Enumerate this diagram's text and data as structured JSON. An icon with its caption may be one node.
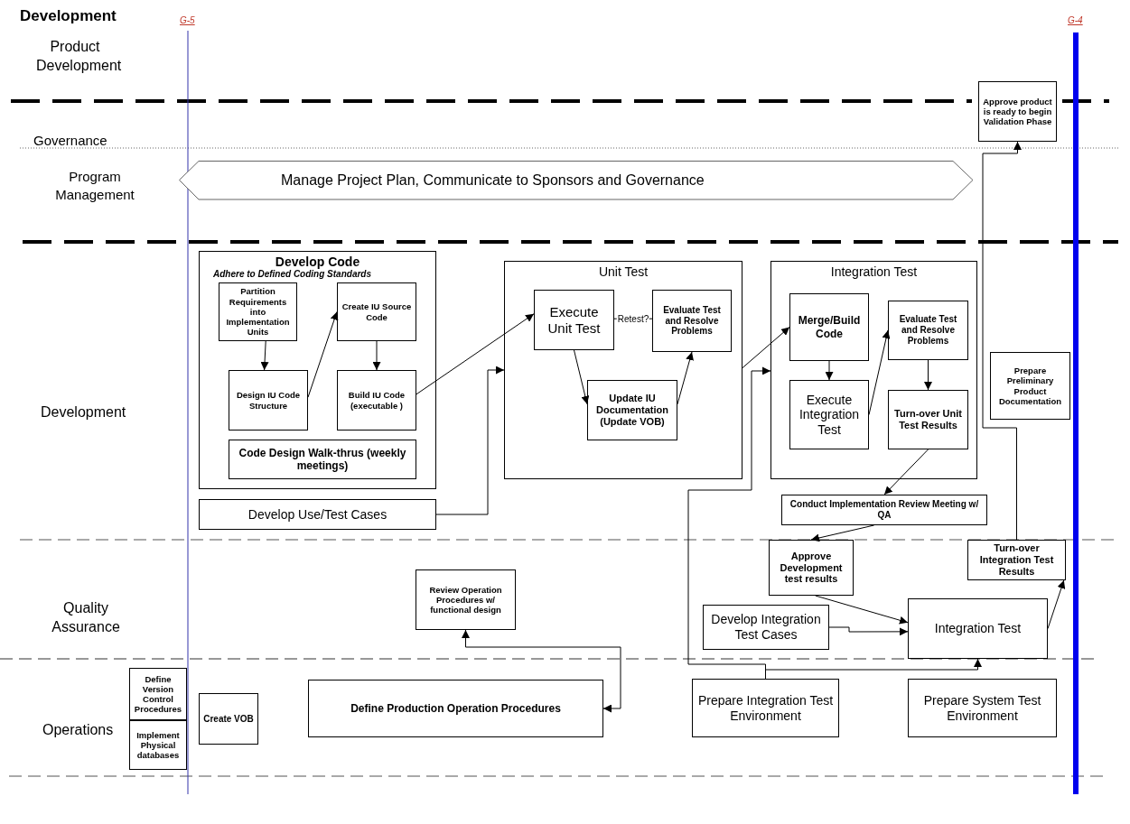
{
  "diagram": {
    "title": "Development",
    "nodes": [
      {
        "text": [
          "Manage Project Plan, Communicate to Sponsors and Governance"
        ]
      },
      {
        "text": [
          "Approve product is ready to begin Validation Phase"
        ]
      },
      {
        "text": [
          "Develop Code"
        ]
      },
      {
        "text": [
          "**Partition Requirements** into **Implementation Units**"
        ],
        "in": 2
      },
      {
        "text": [
          "Create IU Source Code"
        ],
        "in": 2
      },
      {
        "text": [
          "Design IU Code Structure"
        ],
        "in": 2
      },
      {
        "text": [
          "Build IU Code (executable )"
        ],
        "in": 2
      },
      {
        "text": [
          "Code Design Walk-thrus (weekly meetings)"
        ],
        "in": 2
      },
      {
        "text": [
          "Develop Use/Test Cases"
        ]
      },
      {
        "text": [
          "Unit Test"
        ]
      },
      {
        "text": [
          "Execute Unit Test"
        ],
        "in": 9
      },
      {
        "text": [
          "Evaluate Test and Resolve Problems"
        ],
        "in": 9
      },
      {
        "text": [
          "Update IU Documentation (Update VOB)"
        ],
        "in": 9
      },
      {
        "text": [
          "Integration Test"
        ]
      },
      {
        "text": [
          "Merge/Build Code"
        ],
        "in": 13
      },
      {
        "text": [
          "Evaluate Test and Resolve Problems"
        ],
        "in": 13
      },
      {
        "text": [
          "Execute Integration Test"
        ],
        "in": 13
      },
      {
        "text": [
          "Turn-over Unit Test Results"
        ],
        "in": 13
      },
      {
        "text": [
          "Prepare Preliminary Product Documentation"
        ]
      },
      {
        "text": [
          "Conduct Implementation Review Meeting w/ QA"
        ]
      },
      {
        "text": [
          "Approve Development test results"
        ]
      },
      {
        "text": [
          "Turn-over Integration Test Results"
        ]
      },
      {
        "text": [
          "Review Operation Procedures w/ functional design"
        ]
      },
      {
        "text": [
          "Develop Integration Test Cases"
        ]
      },
      {
        "text": [
          "Integration Test"
        ]
      },
      {
        "text": [
          "Define Version Control Procedures"
        ]
      },
      {
        "text": [
          "Implement Physical databases"
        ]
      },
      {
        "text": [
          "Create VOB"
        ]
      },
      {
        "text": [
          "Define Production Operation Procedures"
        ]
      },
      {
        "text": [
          "Prepare Integration Test Environment"
        ]
      },
      {
        "text": [
          "Prepare System Test Environment"
        ]
      }
    ],
    "edges": [
      {
        "from": 3,
        "to": 5,
        "arrow": "to"
      },
      {
        "from": 5,
        "to": 4,
        "arrow": "to"
      },
      {
        "from": 4,
        "to": 6,
        "arrow": "to"
      },
      {
        "from": 6,
        "to": 10,
        "arrow": "to"
      },
      {
        "from": 8,
        "to": 9,
        "arrow": "to"
      },
      {
        "from": 10,
        "to": 11,
        "arrow": "none",
        "label": "Retest?"
      },
      {
        "from": 10,
        "to": 12,
        "arrow": "to"
      },
      {
        "from": 12,
        "to": 11,
        "arrow": "to"
      },
      {
        "from": 9,
        "to": 14,
        "arrow": "to"
      },
      {
        "from": 14,
        "to": 16,
        "arrow": "to"
      },
      {
        "from": 16,
        "to": 15,
        "arrow": "to"
      },
      {
        "from": 15,
        "to": 17,
        "arrow": "to"
      },
      {
        "from": 17,
        "to": 19,
        "arrow": "to"
      },
      {
        "from": 19,
        "to": 20,
        "arrow": "to"
      },
      {
        "from": 29,
        "to": 13,
        "arrow": "to"
      },
      {
        "from": 20,
        "to": 24,
        "arrow": "to"
      },
      {
        "from": 23,
        "to": 24,
        "arrow": "to"
      },
      {
        "from": 29,
        "to": 24,
        "arrow": "to"
      },
      {
        "from": 24,
        "to": 21,
        "arrow": "to"
      },
      {
        "from": 21,
        "to": 1,
        "arrow": "to"
      },
      {
        "from": 28,
        "to": 22,
        "arrow": "both"
      }
    ],
    "labels": [
      "G-5",
      "G-4",
      "Product Development",
      "Governance",
      "Program Management",
      "Adhere to Defined Coding Standards",
      "Development",
      "Quality Assurance",
      "Operations"
    ]
  }
}
